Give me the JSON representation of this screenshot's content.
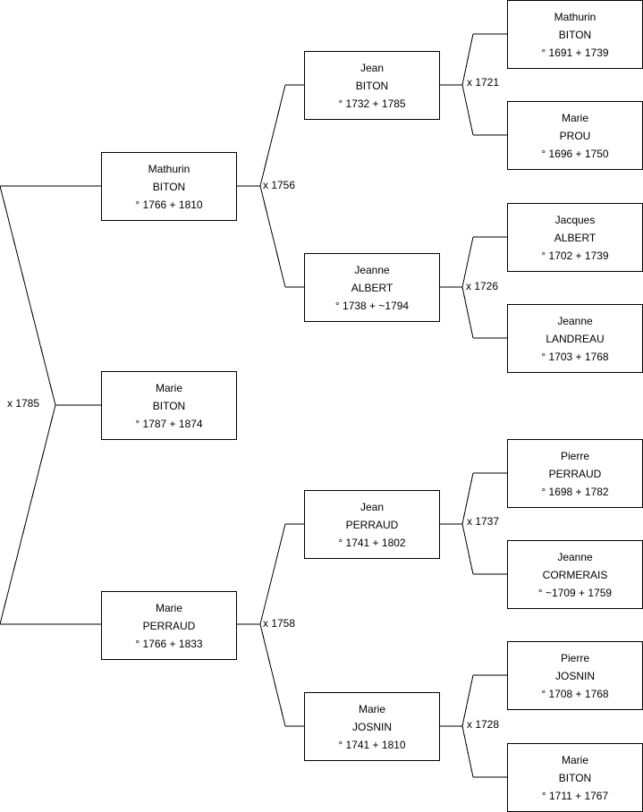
{
  "persons": [
    {
      "first": "Mathurin",
      "last": "BITON",
      "dates": "° 1691 + 1739"
    },
    {
      "first": "Marie",
      "last": "PROU",
      "dates": "° 1696 + 1750"
    },
    {
      "first": "Jacques",
      "last": "ALBERT",
      "dates": "° 1702 + 1739"
    },
    {
      "first": "Jeanne",
      "last": "LANDREAU",
      "dates": "° 1703 + 1768"
    },
    {
      "first": "Pierre",
      "last": "PERRAUD",
      "dates": "° 1698 + 1782"
    },
    {
      "first": "Jeanne",
      "last": "CORMERAIS",
      "dates": "° ~1709 + 1759"
    },
    {
      "first": "Pierre",
      "last": "JOSNIN",
      "dates": "° 1708 + 1768"
    },
    {
      "first": "Marie",
      "last": "BITON",
      "dates": "° 1711 + 1767"
    },
    {
      "first": "Jean",
      "last": "BITON",
      "dates": "° 1732 + 1785"
    },
    {
      "first": "Jeanne",
      "last": "ALBERT",
      "dates": "° 1738 + ~1794"
    },
    {
      "first": "Jean",
      "last": "PERRAUD",
      "dates": "° 1741 + 1802"
    },
    {
      "first": "Marie",
      "last": "JOSNIN",
      "dates": "° 1741 + 1810"
    },
    {
      "first": "Mathurin",
      "last": "BITON",
      "dates": "° 1766 + 1810"
    },
    {
      "first": "Marie",
      "last": "PERRAUD",
      "dates": "° 1766 + 1833"
    },
    {
      "first": "Marie",
      "last": "BITON",
      "dates": "° 1787 + 1874"
    }
  ],
  "marriages": [
    "x 1721",
    "x 1726",
    "x 1737",
    "x 1728",
    "x 1756",
    "x 1758",
    "x 1785"
  ]
}
